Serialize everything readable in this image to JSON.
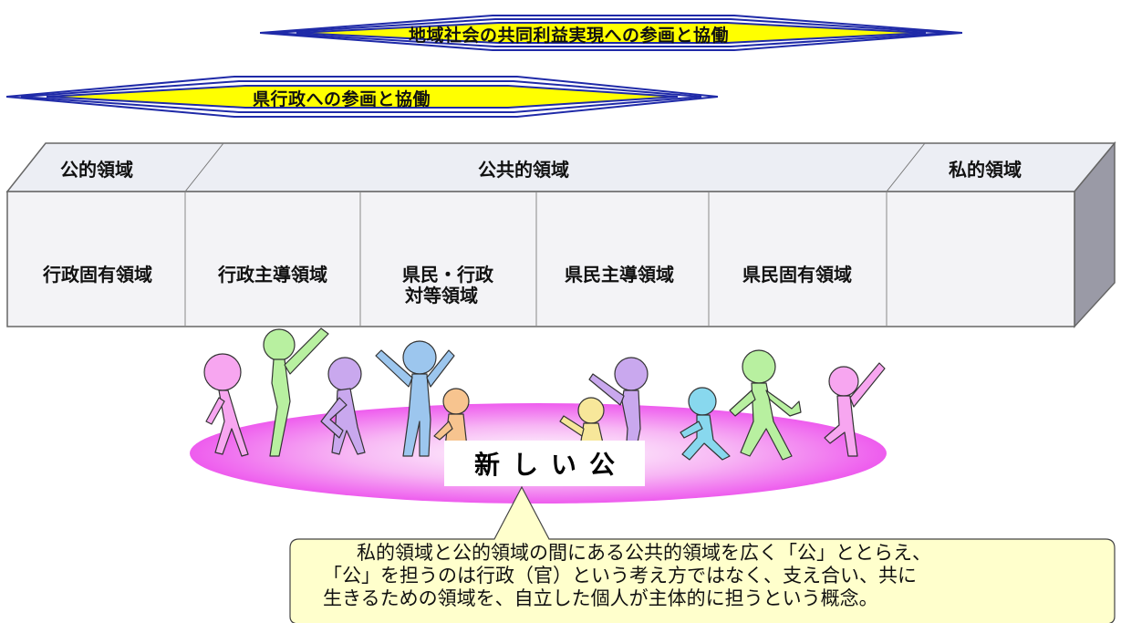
{
  "banners": {
    "community": "地域社会の共同利益実現への参画と協働",
    "prefecture": "県行政への参画と協働"
  },
  "domains_header": {
    "public": "公的領域",
    "common": "公共的領域",
    "private": "私的領域"
  },
  "columns": [
    [
      "行政固有領域"
    ],
    [
      "行政主導領域"
    ],
    [
      "県民・行政",
      "対等領域"
    ],
    [
      "県民主導領域"
    ],
    [
      "県民固有領域"
    ]
  ],
  "core_label": "新しい公",
  "callout": {
    "lines": [
      "　私的領域と公的領域の間にある公共的領域を広く「公」ととらえ、",
      "「公」を担うのは行政（官）という考え方ではなく、支え合い、共に",
      "生きるための領域を、自立した個人が主体的に担うという概念。"
    ]
  },
  "colors": {
    "banner_fill": "#ffff00",
    "banner_stroke": "#1f2aa8",
    "box_front": "#f3f3f6",
    "box_top": "#eceef4",
    "box_side": "#9a9aa6",
    "disc": "#f06cf0",
    "callout_fill": "#ffffcc",
    "figure_pink": "#f7a6f0",
    "figure_green": "#b8f0a0",
    "figure_purple": "#c9a8ee",
    "figure_blue": "#9cc6ee",
    "figure_orange": "#f7c48f",
    "figure_yellow": "#f7e79a",
    "figure_teal": "#88d8ee"
  }
}
